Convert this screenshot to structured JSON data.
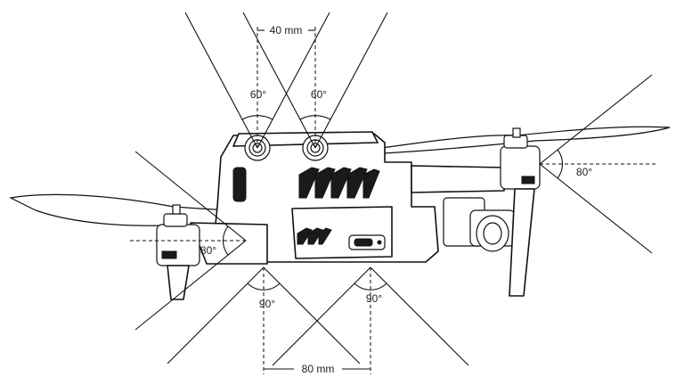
{
  "diagram": {
    "labels": {
      "top_spacing": "40 mm",
      "bottom_spacing": "80 mm",
      "angle_front_left": "60°",
      "angle_front_right": "60°",
      "angle_side_right": "80°",
      "angle_side_left": "80°",
      "angle_bottom_left": "90°",
      "angle_bottom_right": "90°"
    }
  }
}
